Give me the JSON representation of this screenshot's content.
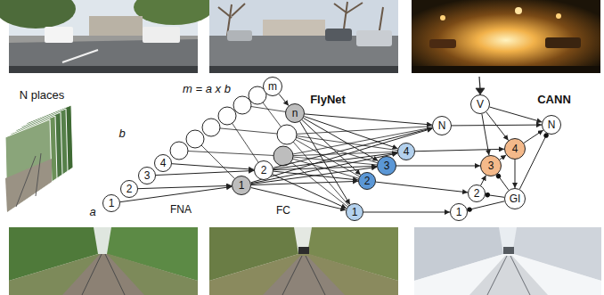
{
  "diagram": {
    "nodes": [
      {
        "text": [
          "1"
        ]
      },
      {
        "text": [
          "2"
        ]
      },
      {
        "text": [
          "3"
        ]
      },
      {
        "text": [
          "4"
        ]
      },
      {
        "text": [
          "m"
        ]
      },
      {
        "text": [
          "1"
        ]
      },
      {
        "text": [
          "2"
        ]
      },
      {
        "text": [
          "n"
        ]
      },
      {
        "text": [
          "1"
        ]
      },
      {
        "text": [
          "2"
        ]
      },
      {
        "text": [
          "3"
        ]
      },
      {
        "text": [
          "4"
        ]
      },
      {
        "text": [
          "N"
        ]
      },
      {
        "text": [
          "V"
        ]
      },
      {
        "text": [
          "1"
        ]
      },
      {
        "text": [
          "2"
        ]
      },
      {
        "text": [
          "3"
        ]
      },
      {
        "text": [
          "4"
        ]
      },
      {
        "text": [
          "N"
        ]
      },
      {
        "text": [
          "GI"
        ]
      }
    ],
    "edges": [
      {
        "from": 0,
        "to": 5,
        "arrow": "to"
      },
      {
        "from": 1,
        "to": 5,
        "arrow": "to"
      },
      {
        "from": 2,
        "to": 6,
        "arrow": "to"
      },
      {
        "from": 3,
        "to": 6,
        "arrow": "to"
      },
      {
        "from": 4,
        "to": 7,
        "arrow": "to"
      },
      {
        "from": 5,
        "to": 8,
        "arrow": "to"
      },
      {
        "from": 5,
        "to": 9,
        "arrow": "to"
      },
      {
        "from": 5,
        "to": 10,
        "arrow": "to"
      },
      {
        "from": 5,
        "to": 11,
        "arrow": "to"
      },
      {
        "from": 5,
        "to": 12,
        "arrow": "to"
      },
      {
        "from": 6,
        "to": 8,
        "arrow": "to"
      },
      {
        "from": 6,
        "to": 9,
        "arrow": "to"
      },
      {
        "from": 6,
        "to": 10,
        "arrow": "to"
      },
      {
        "from": 6,
        "to": 11,
        "arrow": "to"
      },
      {
        "from": 6,
        "to": 12,
        "arrow": "to"
      },
      {
        "from": 7,
        "to": 8,
        "arrow": "to"
      },
      {
        "from": 7,
        "to": 9,
        "arrow": "to"
      },
      {
        "from": 7,
        "to": 10,
        "arrow": "to"
      },
      {
        "from": 7,
        "to": 11,
        "arrow": "to"
      },
      {
        "from": 7,
        "to": 12,
        "arrow": "to"
      },
      {
        "from": 8,
        "to": 14,
        "arrow": "to"
      },
      {
        "from": 9,
        "to": 15,
        "arrow": "to"
      },
      {
        "from": 10,
        "to": 16,
        "arrow": "to"
      },
      {
        "from": 11,
        "to": 17,
        "arrow": "to"
      },
      {
        "from": 12,
        "to": 18,
        "arrow": "to"
      },
      {
        "from": 13,
        "to": 16,
        "arrow": "to"
      },
      {
        "from": 13,
        "to": 17,
        "arrow": "to"
      },
      {
        "from": 13,
        "to": 18,
        "arrow": "to"
      },
      {
        "from": 15,
        "to": 16,
        "arrow": "to"
      },
      {
        "from": 16,
        "to": 17,
        "arrow": "to"
      },
      {
        "from": 17,
        "to": 18,
        "arrow": "to"
      },
      {
        "from": 17,
        "to": 19,
        "arrow": "to"
      },
      {
        "from": 19,
        "to": 14,
        "arrow": "to"
      },
      {
        "from": 19,
        "to": 15,
        "arrow": "to"
      },
      {
        "from": 19,
        "to": 16,
        "arrow": "to"
      },
      {
        "from": 19,
        "to": 18,
        "arrow": "to"
      }
    ],
    "labels": [
      "N places",
      "m = a x b",
      "FlyNet",
      "CANN",
      "b",
      "a",
      "FNA",
      "FC"
    ]
  }
}
